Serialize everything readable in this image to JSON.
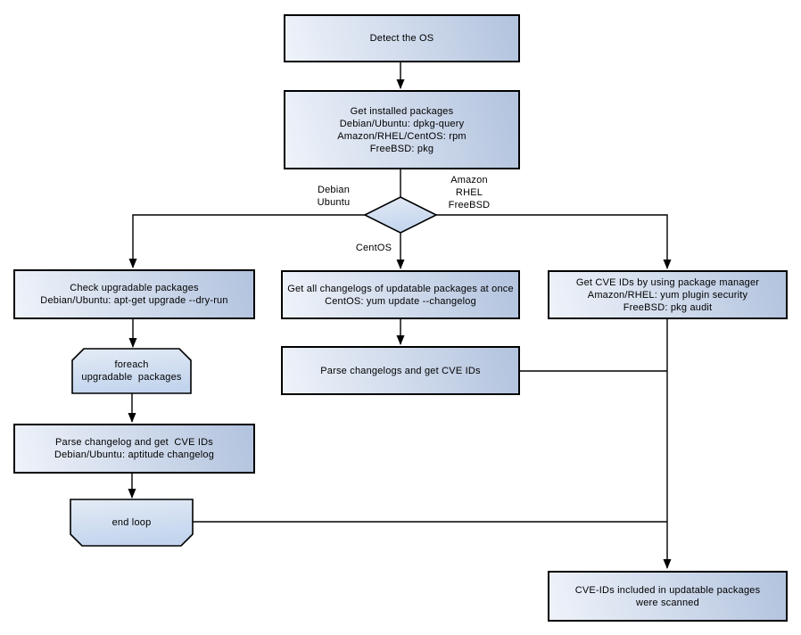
{
  "colors": {
    "canvas-bg": "#ffffff",
    "node-border": "#000000",
    "node-grad-light": "#eff3fa",
    "node-grad-dark": "#b2c3de",
    "shape-grad-light": "#e4ebf5",
    "shape-grad-dark": "#c3d5ee",
    "connector": "#000000",
    "text": "#000000"
  },
  "nodes": {
    "detect_os": {
      "lines": [
        "Detect the OS"
      ]
    },
    "get_installed": {
      "lines": [
        "Get installed packages",
        "Debian/Ubuntu: dpkg-query",
        "Amazon/RHEL/CentOS: rpm",
        "FreeBSD: pkg"
      ]
    },
    "check_upgradable": {
      "lines": [
        "Check upgradable packages",
        "Debian/Ubuntu: apt-get upgrade --dry-run"
      ]
    },
    "foreach_loop": {
      "lines": [
        "foreach",
        "upgradable  packages"
      ]
    },
    "parse_changelog_deb": {
      "lines": [
        "Parse changelog and get  CVE IDs",
        "Debian/Ubuntu: aptitude changelog"
      ]
    },
    "end_loop": {
      "lines": [
        "end loop"
      ]
    },
    "get_all_changelogs": {
      "lines": [
        "Get all changelogs of updatable packages at once",
        "CentOS: yum update --changelog"
      ]
    },
    "parse_changelogs_centos": {
      "lines": [
        "Parse changelogs and get CVE IDs"
      ]
    },
    "get_cve_pkg_mgr": {
      "lines": [
        "Get CVE IDs by using package manager",
        "Amazon/RHEL: yum plugin security",
        "FreeBSD: pkg audit"
      ]
    },
    "scanned_result": {
      "lines": [
        "CVE-IDs included in updatable packages",
        "were scanned"
      ]
    }
  },
  "edge_labels": {
    "debian_branch": {
      "lines": [
        "Debian",
        "Ubuntu"
      ]
    },
    "amazon_branch": {
      "lines": [
        "Amazon",
        "RHEL",
        "FreeBSD"
      ]
    },
    "centos_branch": {
      "lines": [
        "CentOS"
      ]
    }
  }
}
